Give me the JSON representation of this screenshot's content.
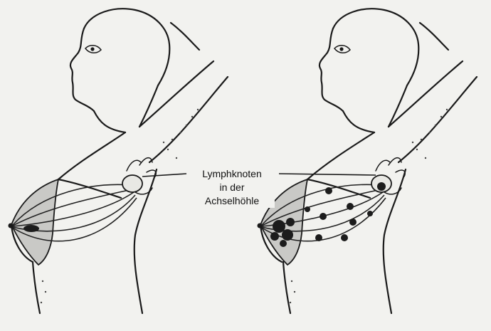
{
  "annotation": {
    "lines": [
      "Lymphknoten",
      "in der",
      "Achselhöhle"
    ]
  },
  "colors": {
    "background": "#f2f2ef",
    "ink": "#1a1a1a",
    "breast_shading": "#c9c9c6",
    "tumor": "#1c1c1c"
  },
  "icons": [
    "healthy-figure",
    "affected-figure",
    "axillary-lymph-node",
    "tumor-mass"
  ]
}
